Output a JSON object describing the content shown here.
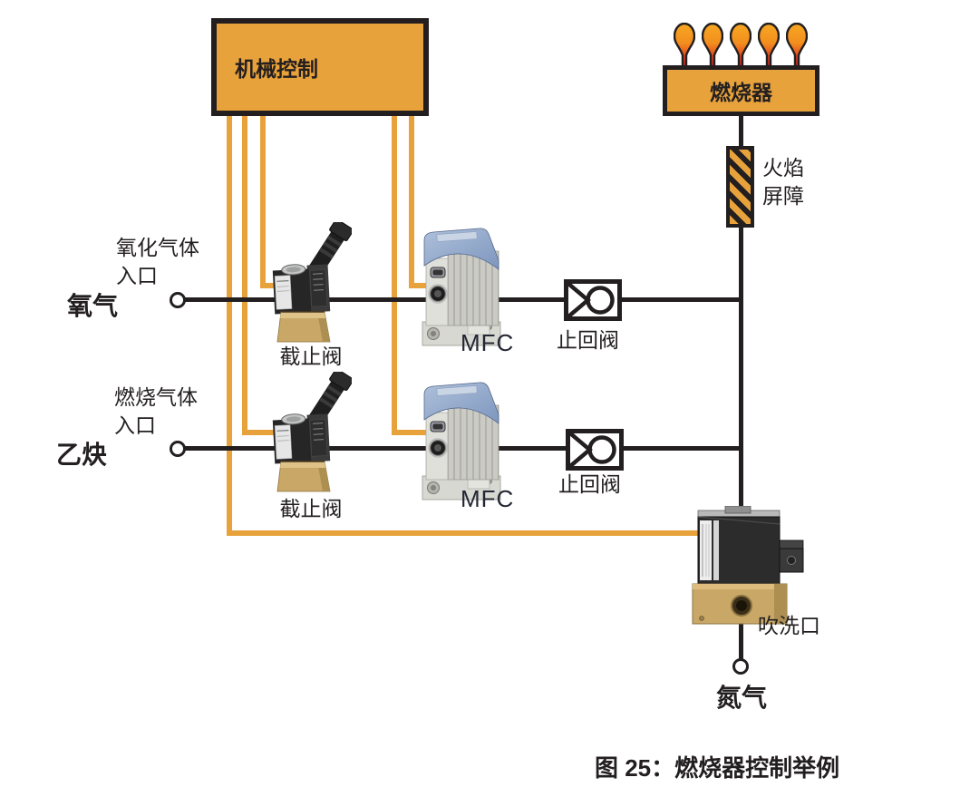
{
  "diagram": {
    "control_box_label": "机械控制",
    "burner_label": "燃烧器",
    "flame_barrier_l1": "火焰",
    "flame_barrier_l2": "屏障"
  },
  "oxygen_line": {
    "inlet_l1": "氧化气体",
    "inlet_l2": "入口",
    "gas": "氧气",
    "shutoff_valve": "截止阀",
    "mfc": "MFC",
    "check_valve": "止回阀"
  },
  "acetylene_line": {
    "inlet_l1": "燃烧气体",
    "inlet_l2": "入口",
    "gas": "乙炔",
    "shutoff_valve": "截止阀",
    "mfc": "MFC",
    "check_valve": "止回阀"
  },
  "purge": {
    "port_label": "吹洗口",
    "gas": "氮气"
  },
  "caption": "图 25：燃烧器控制举例",
  "colors": {
    "signal_orange": "#E8A23B",
    "line_black": "#231F20",
    "flame_orange": "#F6A21F",
    "flame_red": "#C81E1E",
    "mfc_blue": "#8FA8CC",
    "brass": "#C9A867"
  }
}
